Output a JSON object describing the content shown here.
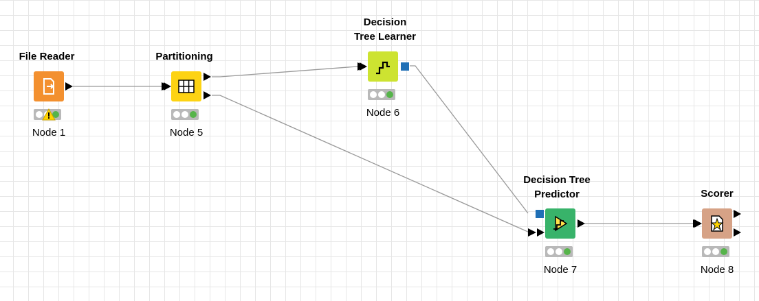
{
  "nodes": [
    {
      "id": "file-reader",
      "title_lines": [
        "File Reader"
      ],
      "label": "Node 1",
      "color": "#f3902f",
      "status": "warning"
    },
    {
      "id": "partitioning",
      "title_lines": [
        "Partitioning"
      ],
      "label": "Node 5",
      "color": "#fdd313",
      "status": "executed"
    },
    {
      "id": "decision-tree-learner",
      "title_lines": [
        "Decision",
        "Tree Learner"
      ],
      "label": "Node 6",
      "color": "#cde331",
      "status": "executed"
    },
    {
      "id": "decision-tree-predictor",
      "title_lines": [
        "Decision Tree",
        "Predictor"
      ],
      "label": "Node 7",
      "color": "#38b36a",
      "status": "executed"
    },
    {
      "id": "scorer",
      "title_lines": [
        "Scorer"
      ],
      "label": "Node 8",
      "color": "#d6a286",
      "status": "executed"
    }
  ],
  "icons": {
    "file-reader": "file-import-icon",
    "partitioning": "table-grid-icon",
    "decision-tree-learner": "tree-learner-icon",
    "decision-tree-predictor": "tree-predictor-icon",
    "scorer": "scorer-star-icon"
  },
  "colors": {
    "connection": "#999999",
    "model_port": "#1f6fb5",
    "warning": "#ffd400",
    "traffic_bg": "#b9b9b9",
    "traffic_green": "#56b44a"
  }
}
